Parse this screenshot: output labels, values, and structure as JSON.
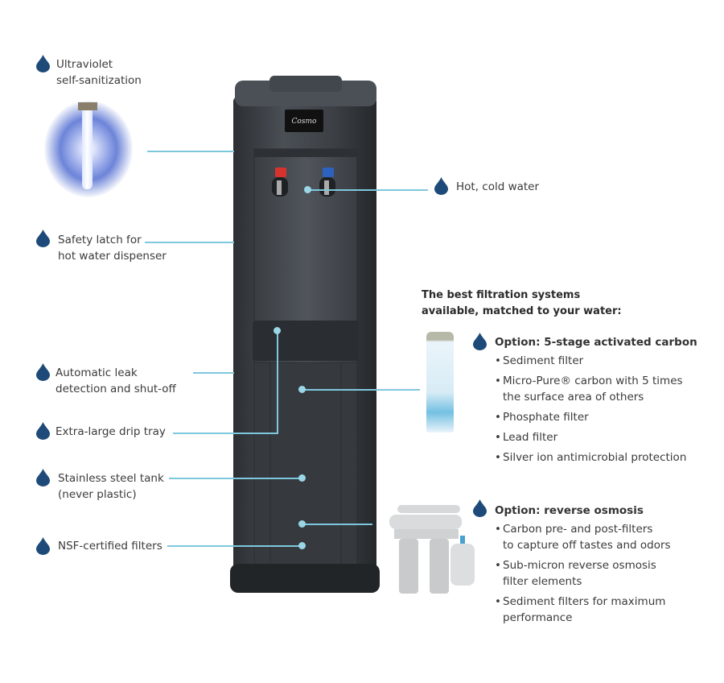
{
  "colors": {
    "drop": "#1d4a78",
    "leader_line": "#7ec8dd",
    "cooler_body": "#3b3f44"
  },
  "icons": {
    "bullet_marker": "water-drop-icon"
  },
  "cooler": {
    "brand_logo": "Cosmo"
  },
  "callouts": {
    "uv": "Ultraviolet\nself-sanitization",
    "latch": "Safety latch for\nhot water dispenser",
    "leak": "Automatic leak\ndetection and shut-off",
    "drip": "Extra-large drip tray",
    "tank": "Stainless steel tank\n(never plastic)",
    "nsf": "NSF-certified filters",
    "hotcold": "Hot, cold water"
  },
  "filtration": {
    "heading": "The best filtration systems\navailable, matched to your water:",
    "options": [
      {
        "title": "Option: 5-stage activated carbon",
        "items": [
          "Sediment filter",
          "Micro-Pure® carbon with 5 times\nthe surface area of others",
          "Phosphate filter",
          "Lead filter",
          "Silver ion antimicrobial protection"
        ]
      },
      {
        "title": "Option: reverse osmosis",
        "items": [
          "Carbon pre- and post-filters\nto capture off tastes and odors",
          "Sub-micron reverse osmosis\nfilter elements",
          "Sediment filters for maximum\nperformance"
        ]
      }
    ]
  }
}
